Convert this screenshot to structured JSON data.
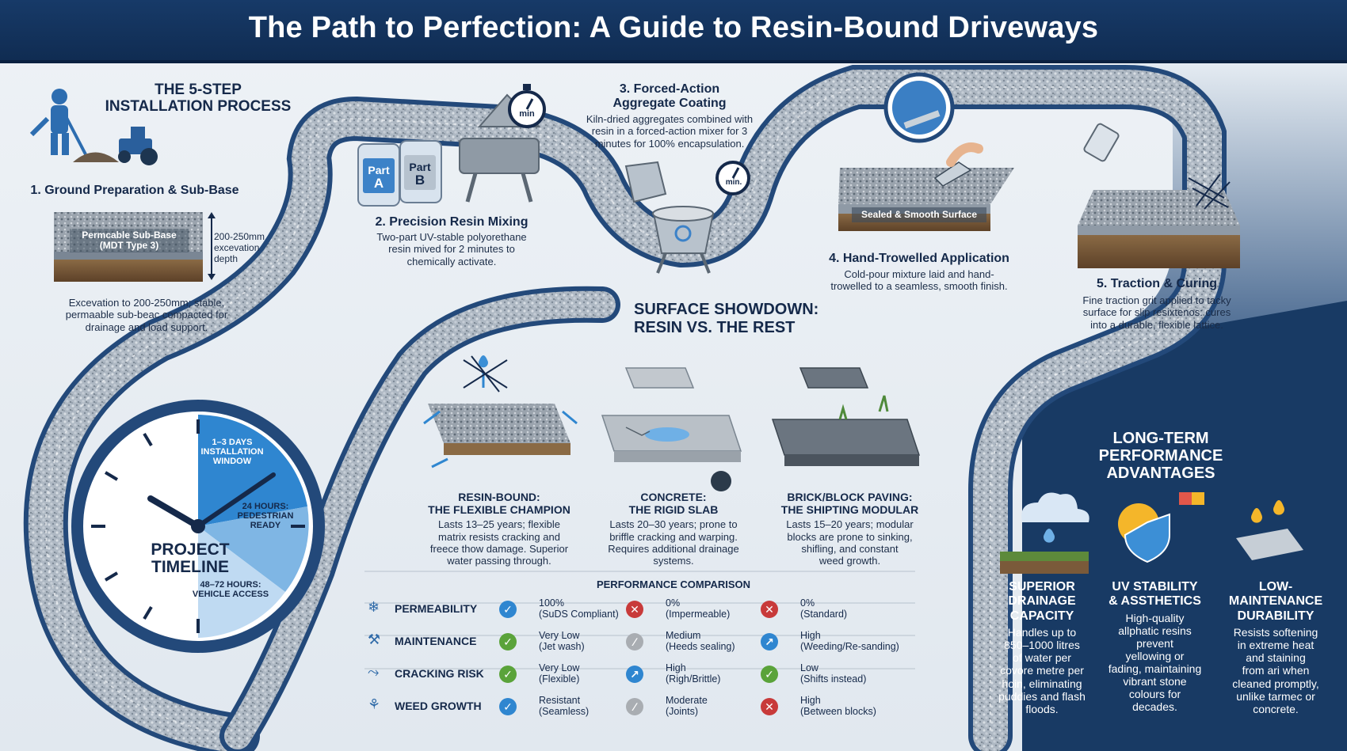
{
  "header": {
    "title": "The Path to Perfection: A Guide to Resin-Bound Driveways"
  },
  "install": {
    "title_line1": "THE 5-STEP",
    "title_line2": "INSTALLATION PROCESS",
    "steps": [
      {
        "title": "1. Ground Preparation & Sub-Base",
        "desc": [
          "Excevation to 200-250mm; stable,",
          "permaable sub-beac compacted for",
          "drainage and load support."
        ]
      },
      {
        "title": "2. Precision Resin Mixing",
        "desc": [
          "Two-part UV-stable polyorethane",
          "resin mived for 2 minutes to",
          "chemically activate."
        ]
      },
      {
        "title_line1": "3. Forced-Action",
        "title_line2": "Aggregate Coating",
        "desc": [
          "Kiln-dried aggregates combined with",
          "resin in a forced-action mixer for 3",
          "minutes for 100% encapsulation."
        ]
      },
      {
        "title": "4. Hand-Trowelled Application",
        "desc": [
          "Cold-pour mixture laid and hand-",
          "trowelled to a seamless, smooth finish."
        ]
      },
      {
        "title": "5. Traction & Curing",
        "desc": [
          "Fine traction grit applied to tacky",
          "surface for slip resixtenos: cures",
          "into a durable, flexible lattice."
        ]
      }
    ],
    "subbase_label_line1": "Permcable Sub-Base",
    "subbase_label_line2": "(MDT Type 3)",
    "depth_line1": "200-250mm",
    "depth_line2": "excevation",
    "depth_line3": "depth",
    "jug_a_line1": "Part",
    "jug_a_line2": "A",
    "jug_b_line1": "Part",
    "jug_b_line2": "B",
    "timer_label": "min",
    "timer2_label": "min.",
    "sealed_label": "Sealed & Smooth Surface"
  },
  "timeline": {
    "title_line1": "PROJECT",
    "title_line2": "TIMELINE",
    "segments": [
      {
        "line1": "1–3 DAYS",
        "line2": "INSTALLATION",
        "line3": "WINDOW"
      },
      {
        "line1": "24 HOURS:",
        "line2": "PEDESTRIAN",
        "line3": "READY"
      },
      {
        "line1": "48–72 HOURS:",
        "line2": "VEHICLE ACCESS"
      }
    ]
  },
  "showdown": {
    "title_line1": "SURFACE SHOWDOWN:",
    "title_line2": "RESIN VS. THE REST",
    "cards": [
      {
        "title_line1": "RESIN-BOUND:",
        "title_line2": "THE FLEXIBLE CHAMPION",
        "desc": [
          "Lasts 13–25 years; flexible",
          "matrix resists cracking and",
          "freece thow damage. Superior",
          "water passing through."
        ]
      },
      {
        "title_line1": "CONCRETE:",
        "title_line2": "THE RIGID SLAB",
        "desc": [
          "Lasts 20–30 years; prone to",
          "briffle cracking and warping.",
          "Requires additional drainage",
          "systems."
        ]
      },
      {
        "title_line1": "BRICK/BLOCK PAVING:",
        "title_line2": "THE SHIPTING MODULAR",
        "desc": [
          "Lasts 15–20 years; modular",
          "blocks are prone to sinking,",
          "shifling, and constant",
          "weed growth."
        ]
      }
    ]
  },
  "comparison": {
    "title": "PERFORMANCE COMPARISON",
    "rows": [
      {
        "label": "PERMEABILITY",
        "cells": [
          {
            "status": "check",
            "line1": "100%",
            "line2": "(SuDS Compliant)"
          },
          {
            "status": "cross",
            "line1": "0%",
            "line2": "(Impermeable)"
          },
          {
            "status": "cross",
            "line1": "0%",
            "line2": "(Standard)"
          }
        ]
      },
      {
        "label": "MAINTENANCE",
        "cells": [
          {
            "status": "check-green",
            "line1": "Very Low",
            "line2": "(Jet wash)"
          },
          {
            "status": "neutral",
            "line1": "Medium",
            "line2": "(Heeds sealing)"
          },
          {
            "status": "arrow",
            "line1": "High",
            "line2": "(Weeding/Re-sanding)"
          }
        ]
      },
      {
        "label": "CRACKING RISK",
        "cells": [
          {
            "status": "check-green",
            "line1": "Very Low",
            "line2": "(Flexible)"
          },
          {
            "status": "arrow",
            "line1": "High",
            "line2": "(Righ/Brittle)"
          },
          {
            "status": "check-green",
            "line1": "Low",
            "line2": "(Shifts instead)"
          }
        ]
      },
      {
        "label": "WEED GROWTH",
        "cells": [
          {
            "status": "check",
            "line1": "Resistant",
            "line2": "(Seamless)"
          },
          {
            "status": "neutral",
            "line1": "Moderate",
            "line2": "(Joints)"
          },
          {
            "status": "cross",
            "line1": "High",
            "line2": "(Between blocks)"
          }
        ]
      }
    ]
  },
  "advantages": {
    "title_line1": "LONG-TERM",
    "title_line2": "PERFORMANCE",
    "title_line3": "ADVANTAGES",
    "items": [
      {
        "title": [
          "SUPERIOR",
          "DRAINAGE",
          "CAPACITY"
        ],
        "desc": [
          "Handles up to",
          "850–1000 litres",
          "of water per",
          "covore metre per",
          "hoin, eliminating",
          "puddies and flash",
          "floods."
        ]
      },
      {
        "title": [
          "UV STABILITY",
          "& ASSTHETICS"
        ],
        "desc": [
          "High-quality",
          "allphatic resins",
          "prevent",
          "yellowing or",
          "fading, maintaining",
          "vibrant stone",
          "colours for",
          "decades."
        ]
      },
      {
        "title": [
          "LOW-",
          "MAINTENANCE",
          "DURABILITY"
        ],
        "desc": [
          "Resists softening",
          "in extreme heat",
          "and staining",
          "from ari when",
          "cleaned promptly,",
          "unlike tarmec or",
          "concrete."
        ]
      }
    ]
  },
  "colors": {
    "navy": "#13294b",
    "header": "#15355f",
    "path_edge": "#2b5a8e",
    "accent_blue": "#3b8fd6",
    "check_blue": "#2f86d0",
    "check_green": "#5aa33a",
    "cross_red": "#c83a3a",
    "neutral_grey": "#a9adb2"
  }
}
